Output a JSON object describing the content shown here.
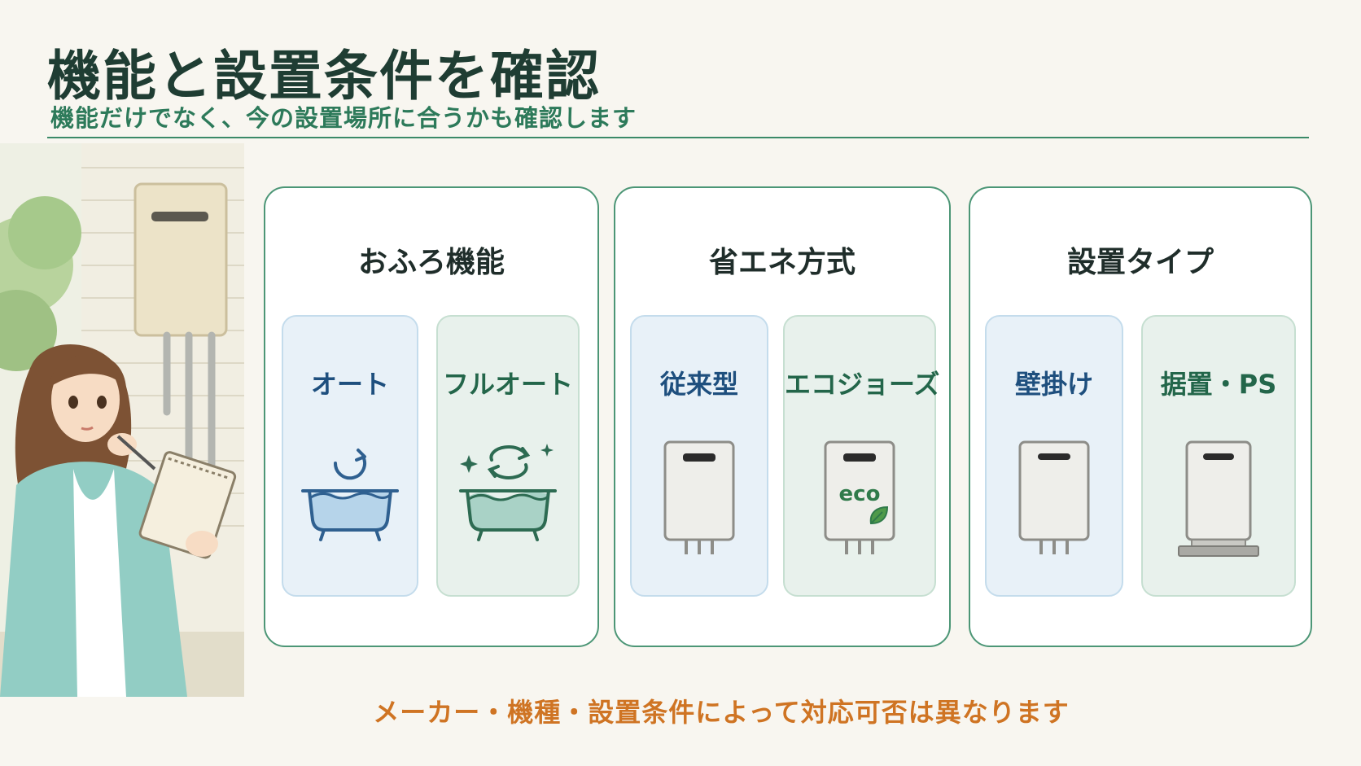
{
  "title": "機能と設置条件を確認",
  "subtitle": "機能だけでなく、今の設置場所に合うかも確認します",
  "cards": [
    {
      "title": "おふろ機能",
      "options": [
        {
          "label": "オート",
          "icon": "bathtub-refill-icon"
        },
        {
          "label": "フルオート",
          "icon": "bathtub-auto-sparkle-icon"
        }
      ]
    },
    {
      "title": "省エネ方式",
      "options": [
        {
          "label": "従来型",
          "icon": "water-heater-icon"
        },
        {
          "label": "エコジョーズ",
          "icon": "eco-water-heater-icon",
          "badge": "eco"
        }
      ]
    },
    {
      "title": "設置タイプ",
      "options": [
        {
          "label": "壁掛け",
          "icon": "wall-mounted-heater-icon"
        },
        {
          "label": "据置・PS",
          "icon": "floor-standing-heater-icon"
        }
      ]
    }
  ],
  "footer": "メーカー・機種・設置条件によって対応可否は異なります",
  "colors": {
    "title": "#1f3d33",
    "accent_green": "#2d7a5a",
    "footer_orange": "#cf7423",
    "blue_text": "#1e4f7e"
  }
}
